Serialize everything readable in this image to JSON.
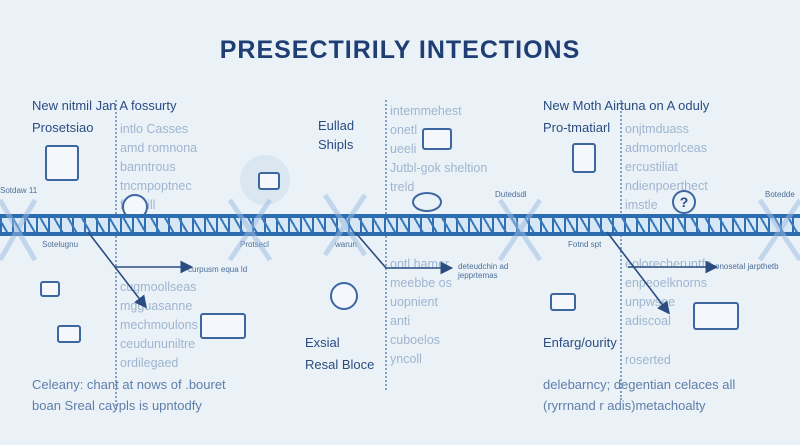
{
  "title": "PRESECTIRILY INTECTIONS",
  "left": {
    "heading1": "New nitmil Jan A fossurty",
    "heading2": "Prosetsiao",
    "faded": [
      "intlo Casses",
      "amd romnona",
      "banntrous",
      "tncmpoptnec",
      "fontcill"
    ],
    "band_label": "Sotelugnu",
    "arrow_label": "curpusm equa ld",
    "faded_lower": [
      "cugmoollseas",
      "mgguasanne",
      "mechmoulons",
      "ceudununiltre",
      "ordilegaed"
    ],
    "body": [
      "Celeany: chant at nows of .bouret",
      "boan Sreal caypls is upntodfy"
    ]
  },
  "center": {
    "heading1": "Eullad",
    "heading2": "Shipls",
    "faded": [
      "intemmehest",
      "onetl",
      "ueeli",
      "Jutbl-gok sheltion",
      "treld"
    ],
    "band_label": "warun",
    "arrow_label": "deteudchin ad jepprtemas",
    "faded_lower": [
      "ontl hamer",
      "meebbe os",
      "uopnient",
      "anti",
      "cuboelos"
    ],
    "heading_lower1": "Exsial",
    "heading_lower2": "Resal Bloce",
    "faded_last": "yncoll"
  },
  "right": {
    "heading1": "New Moth Airtuna on A oduly",
    "heading2": "Pro-tmatiarl",
    "faded": [
      "onjtmduass",
      "admomorlceas",
      "ercustiliat",
      "ndienpoerthect",
      "imstle"
    ],
    "band_label": "Fotnd spt",
    "arrow_label": "onosetal jarpthetb",
    "faded_lower": [
      "eolorecheruntfe",
      "enpeoelknorns",
      "unpwsee",
      "adiscoal"
    ],
    "heading_lower": "Enfarg/ourity",
    "faded_last": "roserted",
    "body": [
      "delebarncy; degentian celaces all",
      "(ryrrnand r adis)metachoalty"
    ]
  },
  "edge_labels": [
    "Sotdaw 11",
    "Protsecl",
    "Dutedsdl",
    "Botedde"
  ],
  "colors": {
    "accent": "#2c6db0",
    "title": "#1f3f74"
  }
}
